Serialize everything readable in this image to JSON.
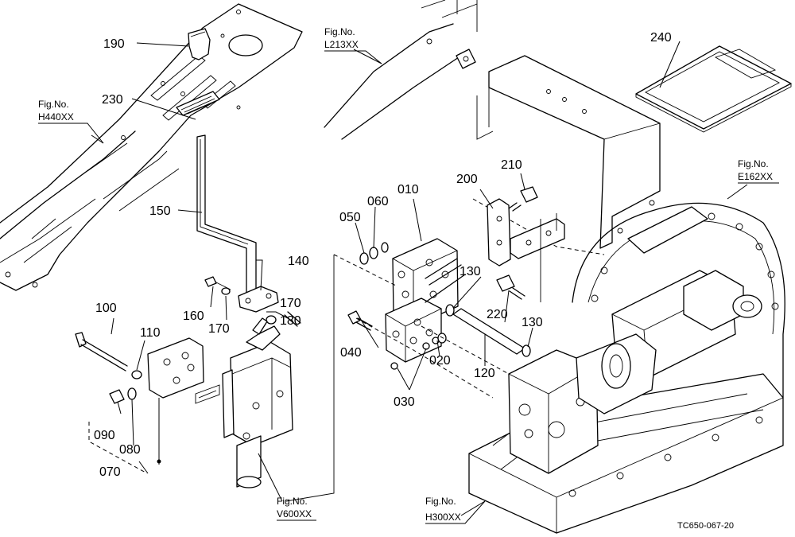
{
  "callouts": {
    "c010": "010",
    "c020": "020",
    "c030": "030",
    "c040": "040",
    "c050": "050",
    "c060": "060",
    "c070": "070",
    "c080": "080",
    "c090": "090",
    "c100": "100",
    "c110": "110",
    "c120": "120",
    "c130a": "130",
    "c130b": "130",
    "c140": "140",
    "c150": "150",
    "c160": "160",
    "c170a": "170",
    "c170b": "170",
    "c180": "180",
    "c190": "190",
    "c200": "200",
    "c210": "210",
    "c220": "220",
    "c230": "230",
    "c240": "240"
  },
  "figrefs": {
    "fig_label": "Fig.No.",
    "h440": "H440XX",
    "l213": "L213XX",
    "e162": "E162XX",
    "v600": "V600XX",
    "h300": "H300XX"
  },
  "drawing_code": "TC650-067-20"
}
